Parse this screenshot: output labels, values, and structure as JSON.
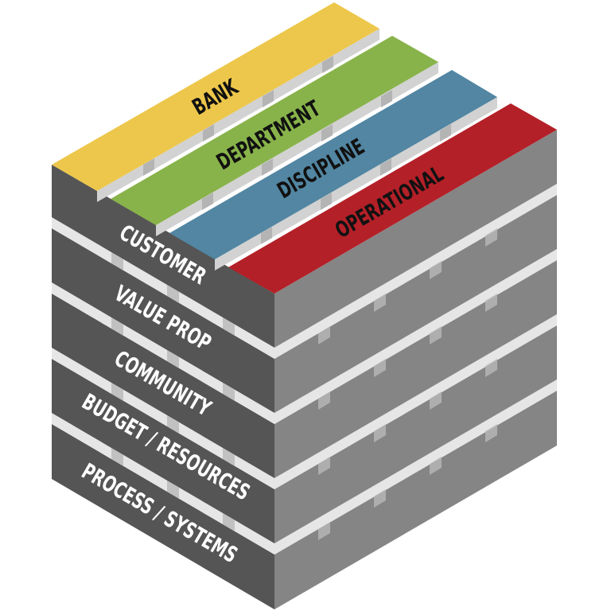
{
  "diagram": {
    "type": "isometric-cube",
    "top_strips": [
      {
        "label": "BANK",
        "color": "#EDC74B"
      },
      {
        "label": "DEPARTMENT",
        "color": "#88B34A"
      },
      {
        "label": "DISCIPLINE",
        "color": "#5286A2"
      },
      {
        "label": "OPERATIONAL",
        "color": "#B42028"
      }
    ],
    "layers": [
      {
        "label": "CUSTOMER"
      },
      {
        "label": "VALUE PROP"
      },
      {
        "label": "COMMUNITY"
      },
      {
        "label": "BUDGET / RESOURCES"
      },
      {
        "label": "PROCESS / SYSTEMS"
      }
    ],
    "colors": {
      "left_face": "#555555",
      "right_face": "#858585",
      "gap_light": "#E6E6E6",
      "gap_notch": "#B8B8B8",
      "strip_side": "#D2D2D2",
      "strip_notch": "#B4B4B4"
    }
  }
}
